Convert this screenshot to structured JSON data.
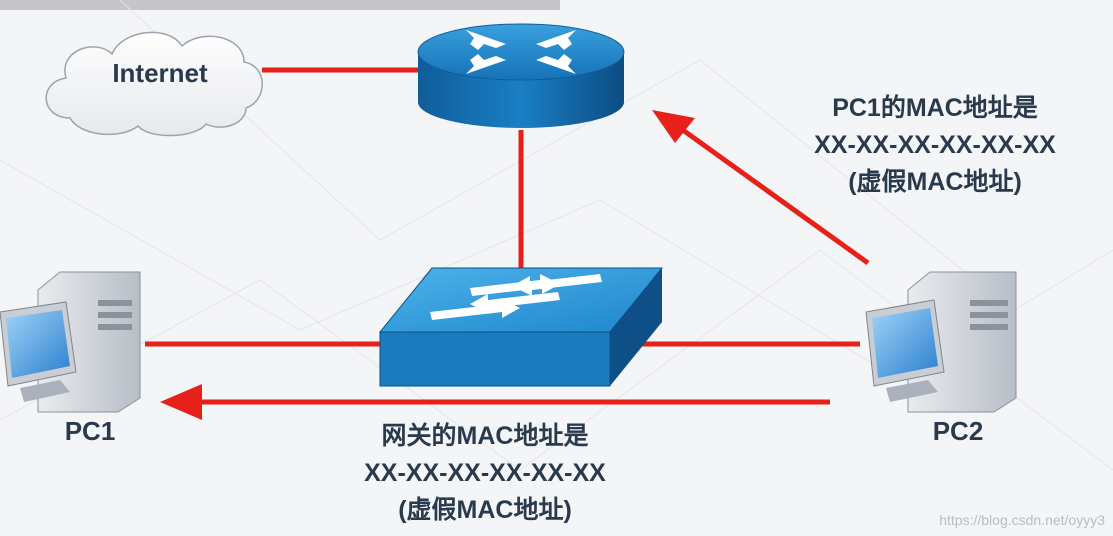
{
  "diagram": {
    "cloud_label": "Internet",
    "pc1_label": "PC1",
    "pc2_label": "PC2",
    "top_message": [
      "PC1的MAC地址是",
      "XX-XX-XX-XX-XX-XX",
      "(虚假MAC地址)"
    ],
    "bottom_message": [
      "网关的MAC地址是",
      "XX-XX-XX-XX-XX-XX",
      "(虚假MAC地址)"
    ],
    "watermark": "https://blog.csdn.net/oyyy3"
  },
  "colors": {
    "link": "#e8201a",
    "device_blue": "#1a7bbf",
    "device_dark": "#0d4f86",
    "text": "#2a3a4d"
  },
  "icons": [
    "cloud-icon",
    "router-icon",
    "switch-icon",
    "pc1-icon",
    "pc2-icon"
  ]
}
